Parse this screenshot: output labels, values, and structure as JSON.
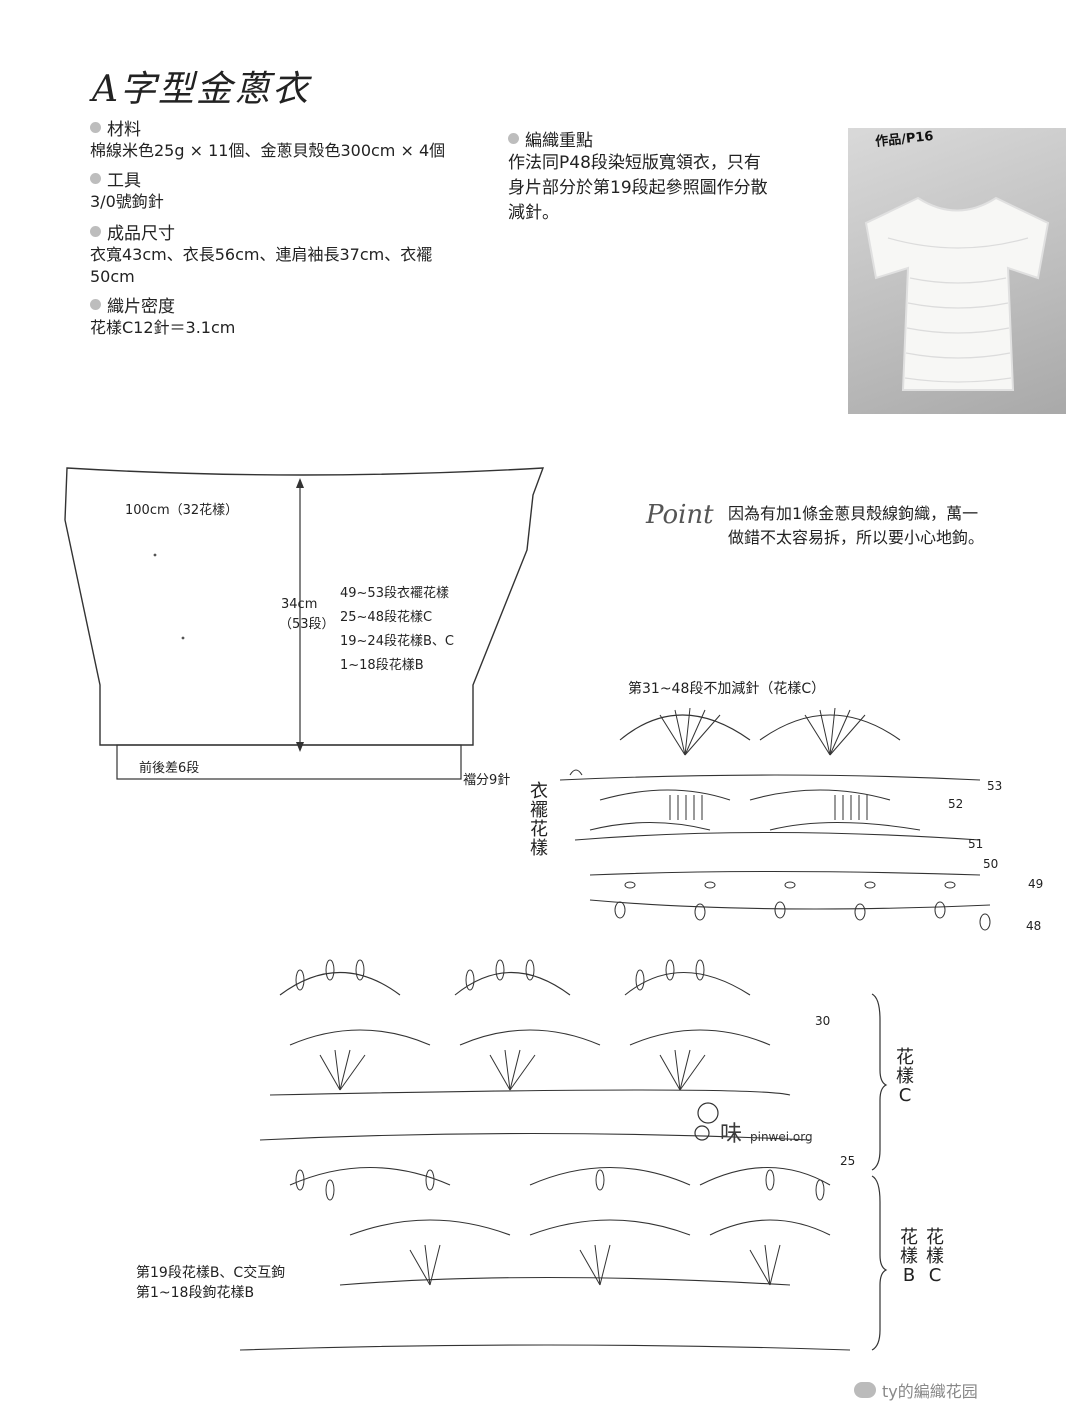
{
  "title": "A字型金蔥衣",
  "specs": {
    "materials": {
      "heading": "材料",
      "text": "棉線米色25g × 11個、金蔥貝殼色300cm × 4個"
    },
    "tools": {
      "heading": "工具",
      "text": "3/0號鉤針"
    },
    "size": {
      "heading": "成品尺寸",
      "line1": "衣寬43cm、衣長56cm、連肩袖長37cm、衣襬",
      "line2": "50cm"
    },
    "gauge": {
      "heading": "織片密度",
      "text": "花樣C12針＝3.1cm"
    }
  },
  "knitting_points": {
    "heading": "編織重點",
    "line1": "作法同P48段染短版寬領衣，只有",
    "line2": "身片部分於第19段起參照圖作分散",
    "line3": "減針。"
  },
  "photo": {
    "label": "作品/P16"
  },
  "point_note": {
    "label": "Point",
    "line1": "因為有加1條金蔥貝殼線鉤織，萬一",
    "line2": "做錯不太容易拆，所以要小心地鉤。"
  },
  "schematic": {
    "width_label": "100cm（32花樣）",
    "height_label1": "34cm",
    "height_label2": "（53段）",
    "row_notes": [
      "49~53段衣襬花樣",
      "25~48段花樣C",
      "19~24段花樣B、C",
      "1~18段花樣B"
    ],
    "bottom_label": "前後差6段",
    "side_label": "襠分9針"
  },
  "hem_chart": {
    "title": "第31~48段不加減針（花樣C）",
    "side_label_chars": [
      "衣",
      "襬",
      "花",
      "樣"
    ],
    "row_numbers": [
      "53",
      "52",
      "51",
      "50",
      "49",
      "48"
    ]
  },
  "main_chart": {
    "row_30": "30",
    "row_25": "25",
    "label_c_chars": [
      "花",
      "樣",
      "C"
    ],
    "label_b_chars": [
      "花",
      "樣",
      "B"
    ],
    "label_c2_chars": [
      "花",
      "樣",
      "C"
    ],
    "watermark_site": "pinwei.org",
    "watermark_char": "味",
    "note1": "第19段花樣B、C交互鉤",
    "note2": "第1~18段鉤花樣B"
  },
  "footer_watermark": "ty的編織花园"
}
